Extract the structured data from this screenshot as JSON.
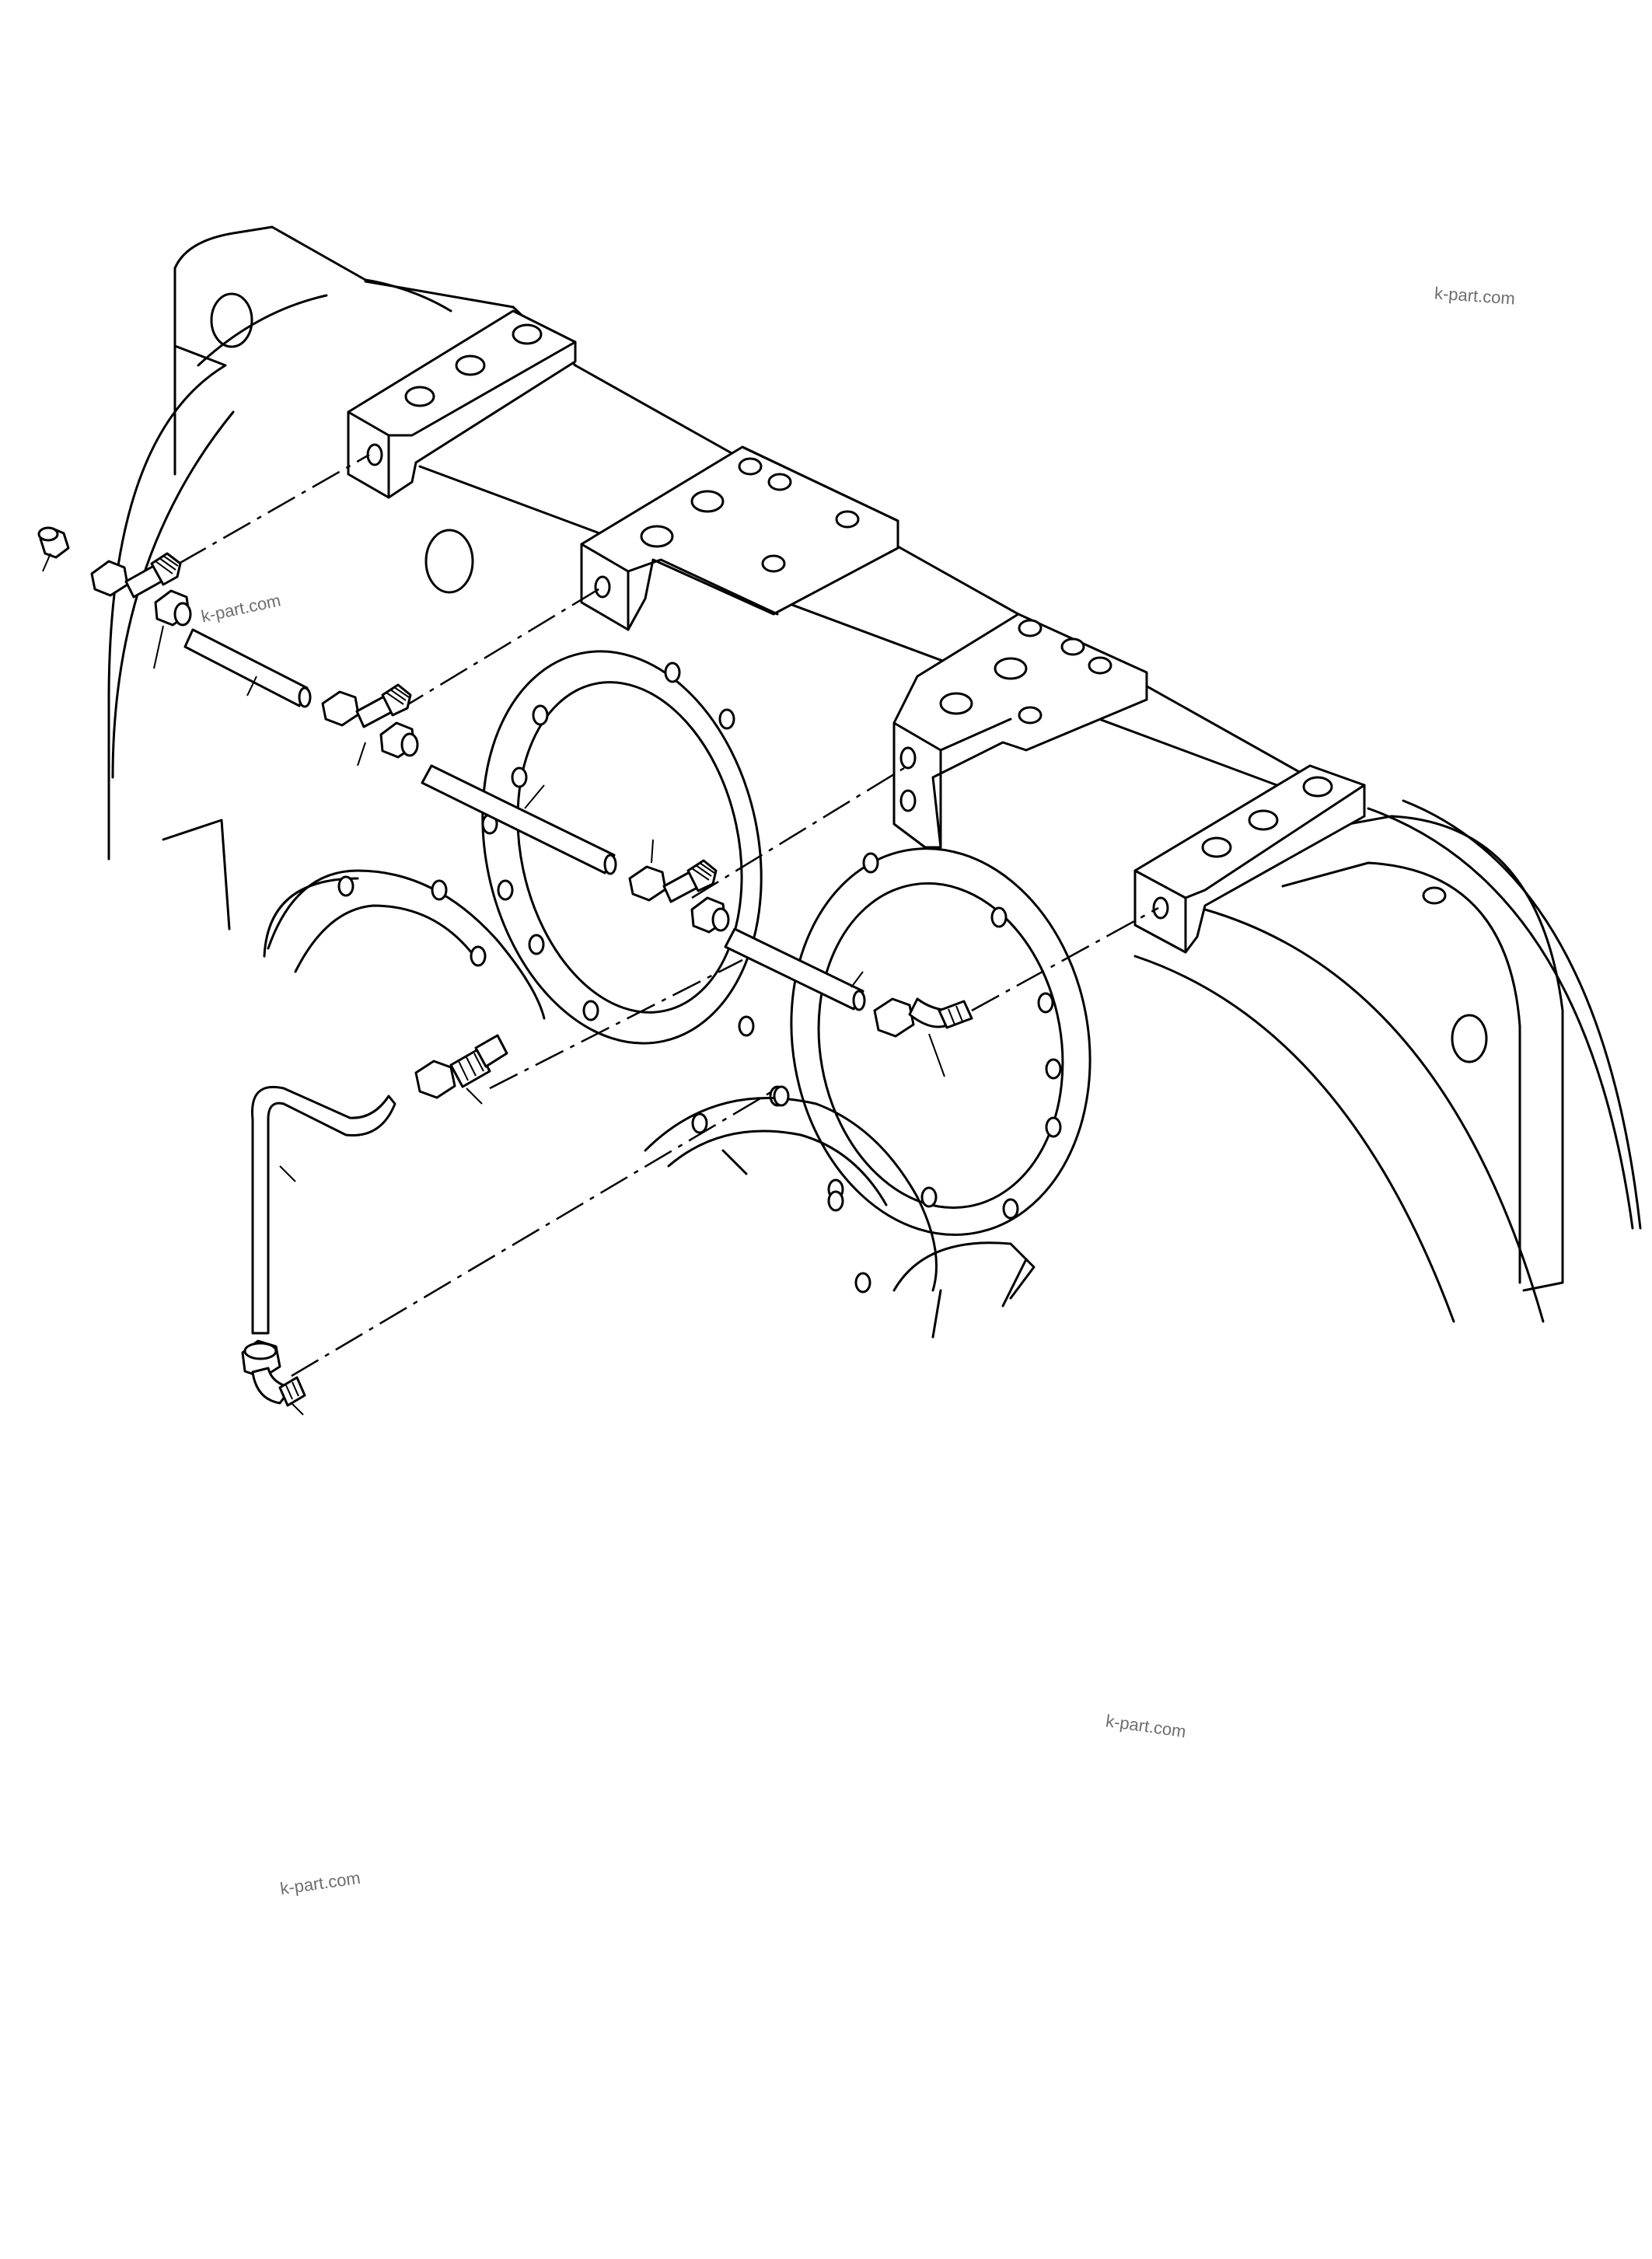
{
  "watermarks": [
    {
      "text": "k-part.com"
    },
    {
      "text": "k-part.com"
    },
    {
      "text": "k-part.com"
    },
    {
      "text": "k-part.com"
    }
  ],
  "colors": {
    "line": "#000000",
    "background": "#ffffff",
    "watermark": "#6e6e6e"
  }
}
